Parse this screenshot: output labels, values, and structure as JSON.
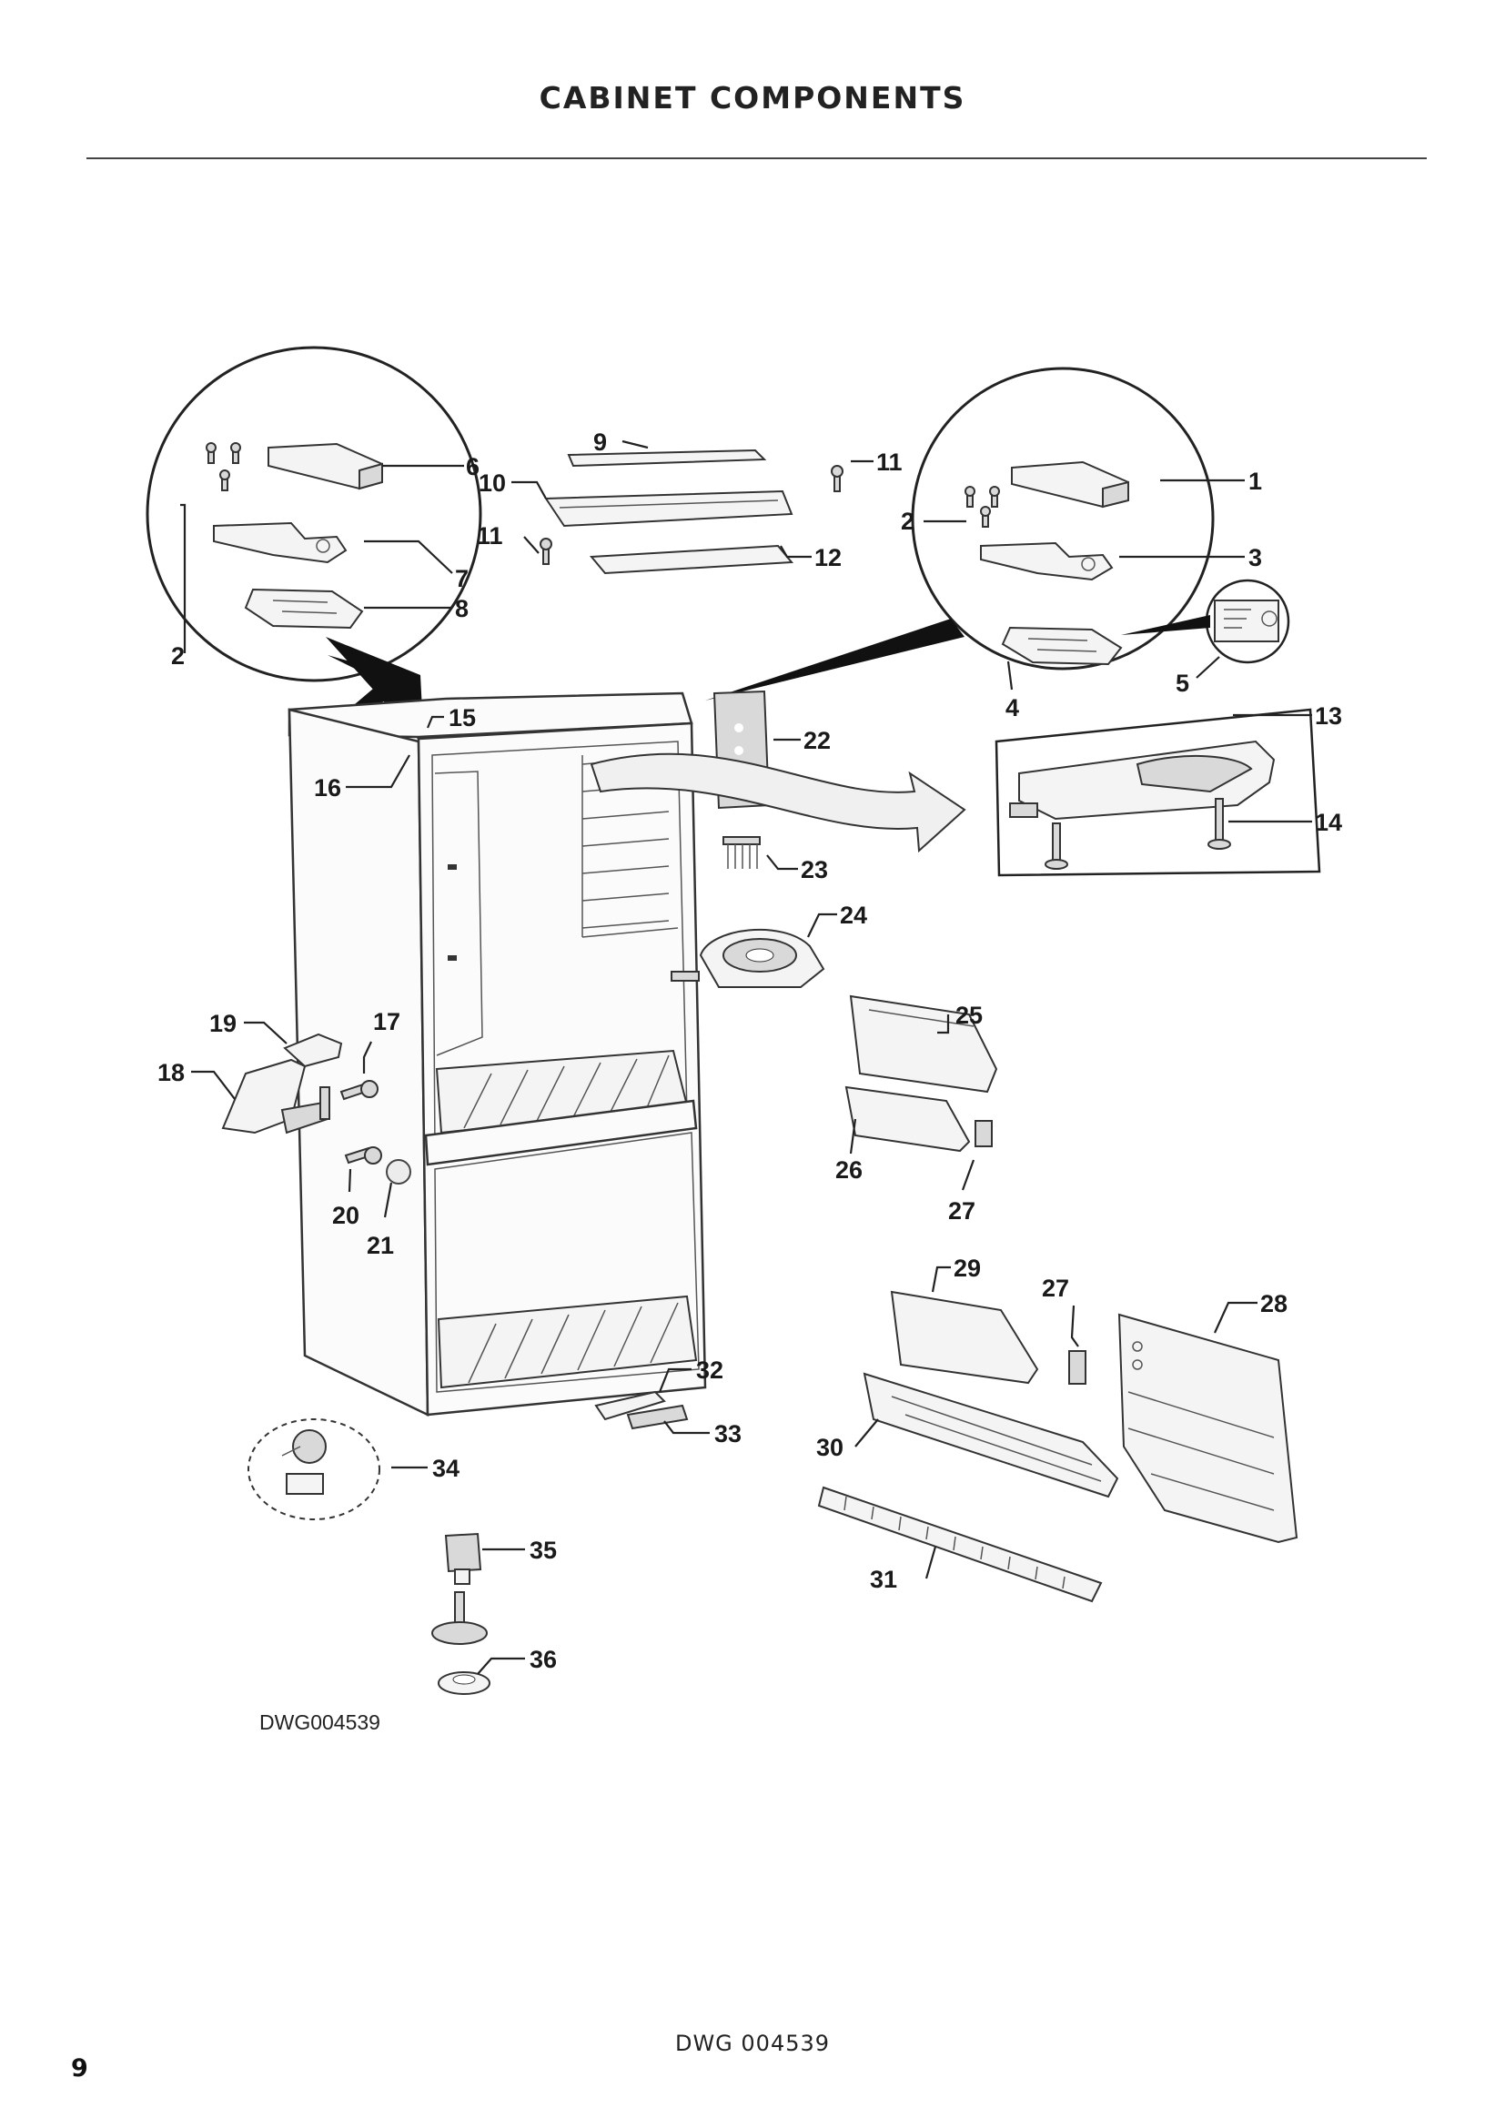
{
  "page": {
    "title": "CABINET COMPONENTS",
    "drawing_code": "DWG004539",
    "footer_code": "DWG 004539",
    "page_number": "9"
  },
  "callouts": {
    "c1": "1",
    "c2a": "2",
    "c2b": "2",
    "c3": "3",
    "c4": "4",
    "c5": "5",
    "c6": "6",
    "c7": "7",
    "c8": "8",
    "c9": "9",
    "c10": "10",
    "c11a": "11",
    "c11b": "11",
    "c12": "12",
    "c13": "13",
    "c14": "14",
    "c15": "15",
    "c16": "16",
    "c17": "17",
    "c18": "18",
    "c19": "19",
    "c20": "20",
    "c21": "21",
    "c22": "22",
    "c23": "23",
    "c24": "24",
    "c25": "25",
    "c26": "26",
    "c27a": "27",
    "c27b": "27",
    "c28": "28",
    "c29": "29",
    "c30": "30",
    "c31": "31",
    "c32": "32",
    "c33": "33",
    "c34": "34",
    "c35": "35",
    "c36": "36"
  }
}
